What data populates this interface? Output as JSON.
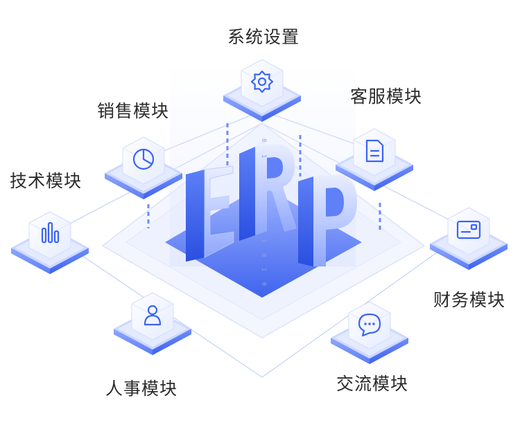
{
  "center": {
    "letters": [
      "E",
      "R",
      "P"
    ],
    "binary_top": "0 1",
    "binary_bottom": "1 0 1 0"
  },
  "modules": [
    {
      "id": "system",
      "label": "系统设置",
      "icon": "gear-icon"
    },
    {
      "id": "service",
      "label": "客服模块",
      "icon": "document-icon"
    },
    {
      "id": "sales",
      "label": "销售模块",
      "icon": "pie-chart-icon"
    },
    {
      "id": "tech",
      "label": "技术模块",
      "icon": "bar-chart-icon"
    },
    {
      "id": "finance",
      "label": "财务模块",
      "icon": "card-icon"
    },
    {
      "id": "hr",
      "label": "人事模块",
      "icon": "user-icon"
    },
    {
      "id": "comm",
      "label": "交流模块",
      "icon": "chat-bubble-icon"
    }
  ],
  "colors": {
    "primary": "#3a64f5",
    "dark": "#2146d6",
    "light": "#dfe6ff",
    "line": "#c9d5f7",
    "platform": "#f2f5ff"
  }
}
